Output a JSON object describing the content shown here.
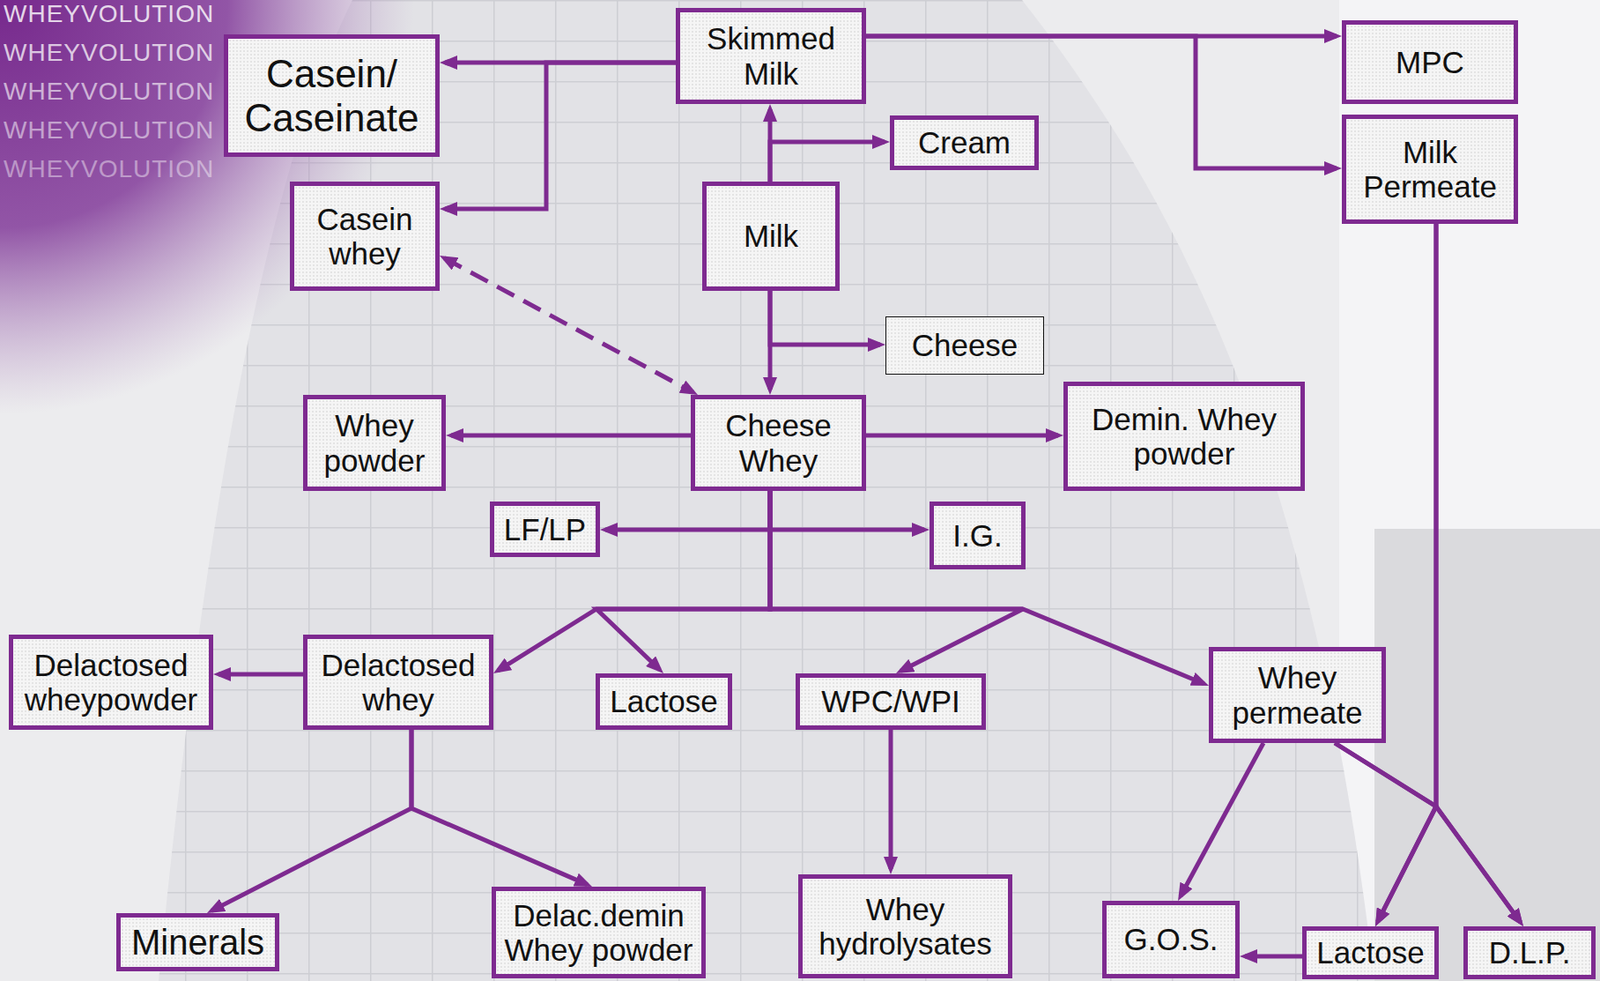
{
  "diagram": {
    "nodes": [
      {
        "text": [
          "Skimmed Milk"
        ]
      },
      {
        "text": [
          "Casein/ Caseinate"
        ]
      },
      {
        "text": [
          "MPC"
        ]
      },
      {
        "text": [
          "Cream"
        ]
      },
      {
        "text": [
          "Milk Permeate"
        ]
      },
      {
        "text": [
          "Casein whey"
        ]
      },
      {
        "text": [
          "Milk"
        ]
      },
      {
        "text": [
          "Cheese"
        ]
      },
      {
        "text": [
          "Whey powder"
        ]
      },
      {
        "text": [
          "Cheese Whey"
        ]
      },
      {
        "text": [
          "Demin. Whey powder"
        ]
      },
      {
        "text": [
          "LF/LP"
        ]
      },
      {
        "text": [
          "I.G."
        ]
      },
      {
        "text": [
          "Delactosed wheypowder"
        ]
      },
      {
        "text": [
          "Delactosed whey"
        ]
      },
      {
        "text": [
          "Lactose"
        ]
      },
      {
        "text": [
          "WPC/WPI"
        ]
      },
      {
        "text": [
          "Whey permeate"
        ]
      },
      {
        "text": [
          "Minerals"
        ]
      },
      {
        "text": [
          "Delac.demin Whey powder"
        ]
      },
      {
        "text": [
          "Whey hydrolysates"
        ]
      },
      {
        "text": [
          "G.O.S."
        ]
      },
      {
        "text": [
          "Lactose"
        ]
      },
      {
        "text": [
          "D.L.P."
        ]
      }
    ],
    "edges": [
      {
        "from": 6,
        "to": 0,
        "arrow": "to"
      },
      {
        "from": 6,
        "to": 3,
        "arrow": "to"
      },
      {
        "from": 0,
        "to": 1,
        "arrow": "to"
      },
      {
        "from": 0,
        "to": 5,
        "arrow": "to"
      },
      {
        "from": 0,
        "to": 2,
        "arrow": "to"
      },
      {
        "from": 0,
        "to": 4,
        "arrow": "to"
      },
      {
        "from": 5,
        "to": 9,
        "arrow": "both"
      },
      {
        "from": 6,
        "to": 9,
        "arrow": "to"
      },
      {
        "from": 6,
        "to": 7,
        "arrow": "to"
      },
      {
        "from": 9,
        "to": 8,
        "arrow": "to"
      },
      {
        "from": 9,
        "to": 10,
        "arrow": "to"
      },
      {
        "from": 9,
        "to": 11,
        "arrow": "to"
      },
      {
        "from": 9,
        "to": 12,
        "arrow": "to"
      },
      {
        "from": 9,
        "to": 14,
        "arrow": "to"
      },
      {
        "from": 9,
        "to": 15,
        "arrow": "to"
      },
      {
        "from": 9,
        "to": 16,
        "arrow": "to"
      },
      {
        "from": 9,
        "to": 17,
        "arrow": "to"
      },
      {
        "from": 14,
        "to": 13,
        "arrow": "to"
      },
      {
        "from": 14,
        "to": 18,
        "arrow": "to"
      },
      {
        "from": 14,
        "to": 19,
        "arrow": "to"
      },
      {
        "from": 16,
        "to": 20,
        "arrow": "to"
      },
      {
        "from": 17,
        "to": 21,
        "arrow": "to"
      },
      {
        "from": 17,
        "to": 23,
        "arrow": "to"
      },
      {
        "from": 17,
        "to": 22,
        "arrow": "to"
      },
      {
        "from": 4,
        "to": 22,
        "arrow": "to"
      },
      {
        "from": 4,
        "to": 23,
        "arrow": "to"
      },
      {
        "from": 22,
        "to": 21,
        "arrow": "to"
      }
    ],
    "labels": [
      "WHEYVOLUTION",
      "WHEYVOLUTION",
      "WHEYVOLUTION",
      "WHEYVOLUTION",
      "WHEYVOLUTION"
    ]
  }
}
